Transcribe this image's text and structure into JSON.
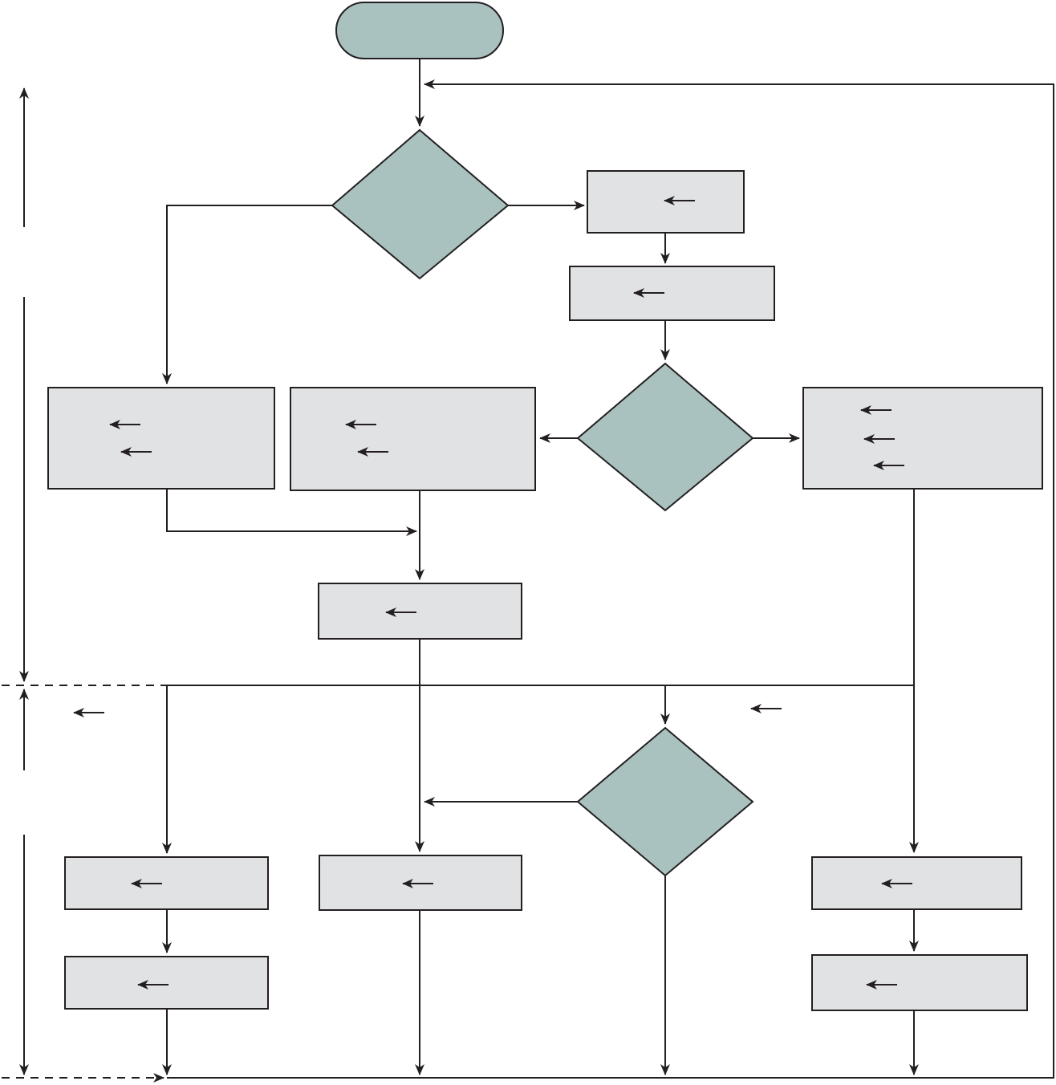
{
  "diagram": {
    "type": "flowchart",
    "colors": {
      "decision_fill": "#a9c1bf",
      "process_fill": "#e1e2e4",
      "stroke": "#231f20"
    },
    "nodes": [
      {
        "id": "start",
        "shape": "terminal",
        "text": ""
      },
      {
        "id": "decision-1",
        "shape": "decision",
        "text": ""
      },
      {
        "id": "assign-1",
        "shape": "process",
        "text": ""
      },
      {
        "id": "assign-2",
        "shape": "process",
        "text": ""
      },
      {
        "id": "decision-2",
        "shape": "decision",
        "text": ""
      },
      {
        "id": "assign-left-pair",
        "shape": "process",
        "text": ""
      },
      {
        "id": "assign-middle-pair",
        "shape": "process",
        "text": ""
      },
      {
        "id": "assign-right-triple",
        "shape": "process",
        "text": ""
      },
      {
        "id": "assign-center",
        "shape": "process",
        "text": ""
      },
      {
        "id": "decision-3",
        "shape": "decision",
        "text": ""
      },
      {
        "id": "assign-bottom-left-1",
        "shape": "process",
        "text": ""
      },
      {
        "id": "assign-bottom-left-2",
        "shape": "process",
        "text": ""
      },
      {
        "id": "assign-bottom-middle",
        "shape": "process",
        "text": ""
      },
      {
        "id": "assign-bottom-right-1",
        "shape": "process",
        "text": ""
      },
      {
        "id": "assign-bottom-right-2",
        "shape": "process",
        "text": ""
      }
    ]
  }
}
